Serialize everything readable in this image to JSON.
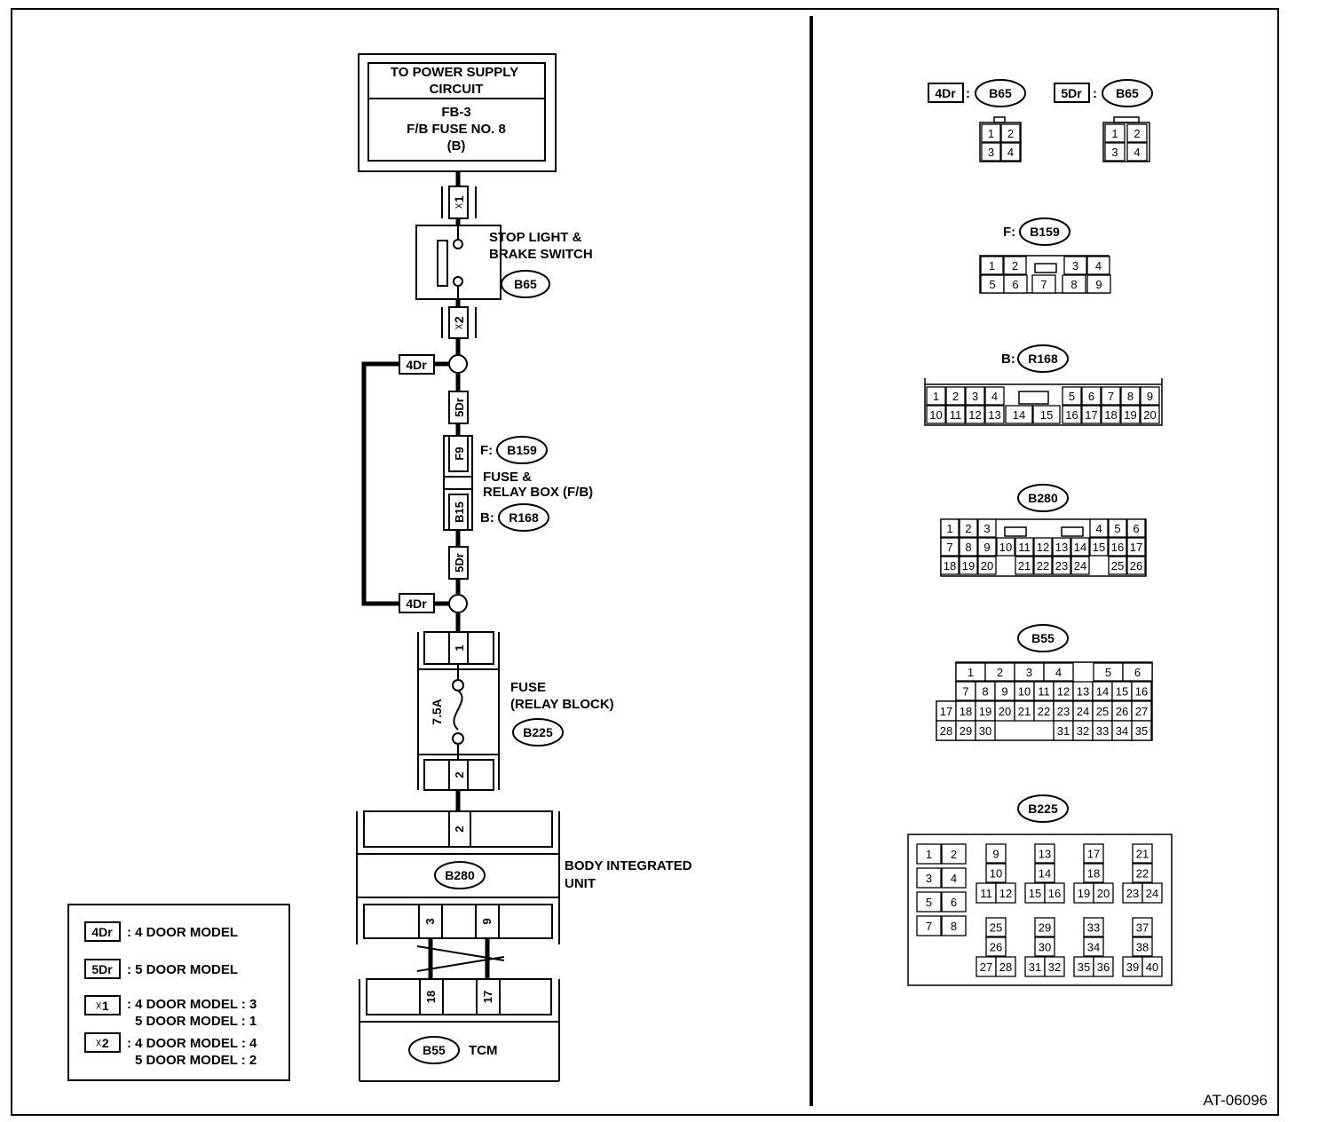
{
  "figure_id": "AT-06096",
  "power_supply": {
    "line1": "TO POWER SUPPLY",
    "line2": "CIRCUIT",
    "line3": "FB-3",
    "line4": "F/B FUSE NO. 8",
    "line5": "(B)"
  },
  "stop_light_switch": {
    "line1": "STOP LIGHT &",
    "line2": "BRAKE SWITCH",
    "connector": "B65",
    "pin_top": "☓1",
    "pin_bottom": "☓2"
  },
  "fuse_relay_box": {
    "line1": "FUSE &",
    "line2": "RELAY BOX (F/B)",
    "f_prefix": "F:",
    "f_connector": "B159",
    "f_pin": "F9",
    "b_prefix": "B:",
    "b_connector": "R168",
    "b_pin": "B15"
  },
  "door_tags": {
    "four": "4Dr",
    "five": "5Dr"
  },
  "relay_fuse": {
    "line1": "FUSE",
    "line2": "(RELAY BLOCK)",
    "connector": "B225",
    "rating": "7.5A",
    "pin_top": "1",
    "pin_bottom": "2"
  },
  "body_unit": {
    "line1": "BODY INTEGRATED",
    "line2": "UNIT",
    "connector": "B280",
    "pin_in": "2",
    "pin_out_a": "3",
    "pin_out_b": "9"
  },
  "tcm": {
    "label": "TCM",
    "connector": "B55",
    "pin_a": "18",
    "pin_b": "17"
  },
  "legend": {
    "tag_4dr": "4Dr",
    "text_4dr": ": 4 DOOR MODEL",
    "tag_5dr": "5Dr",
    "text_5dr": ": 5 DOOR MODEL",
    "tag_s1": "☓1",
    "text_s1_line1": ": 4 DOOR MODEL   : 3",
    "text_s1_line2": "5 DOOR MODEL   : 1",
    "tag_s2": "☓2",
    "text_s2_line1": ": 4 DOOR MODEL   : 4",
    "text_s2_line2": "5 DOOR MODEL   : 2"
  },
  "connector_views": {
    "b65_4dr": {
      "tag": "4Dr",
      "name": "B65",
      "pins": [
        "1",
        "2",
        "3",
        "4"
      ]
    },
    "b65_5dr": {
      "tag": "5Dr",
      "name": "B65",
      "pins": [
        "1",
        "2",
        "3",
        "4"
      ]
    },
    "b159": {
      "prefix": "F:",
      "name": "B159",
      "pins": [
        "1",
        "2",
        "3",
        "4",
        "5",
        "6",
        "7",
        "8",
        "9"
      ]
    },
    "r168": {
      "prefix": "B:",
      "name": "R168",
      "pins": [
        "1",
        "2",
        "3",
        "4",
        "5",
        "6",
        "7",
        "8",
        "9",
        "10",
        "11",
        "12",
        "13",
        "14",
        "15",
        "16",
        "17",
        "18",
        "19",
        "20"
      ]
    },
    "b280": {
      "name": "B280",
      "pins": [
        "1",
        "2",
        "3",
        "4",
        "5",
        "6",
        "7",
        "8",
        "9",
        "10",
        "11",
        "12",
        "13",
        "14",
        "15",
        "16",
        "17",
        "18",
        "19",
        "20",
        "21",
        "22",
        "23",
        "24",
        "25",
        "26"
      ]
    },
    "b55": {
      "name": "B55",
      "pins": [
        "1",
        "2",
        "3",
        "4",
        "5",
        "6",
        "7",
        "8",
        "9",
        "10",
        "11",
        "12",
        "13",
        "14",
        "15",
        "16",
        "17",
        "18",
        "19",
        "20",
        "21",
        "22",
        "23",
        "24",
        "25",
        "26",
        "27",
        "28",
        "29",
        "30",
        "31",
        "32",
        "33",
        "34",
        "35"
      ]
    },
    "b225": {
      "name": "B225",
      "pins": [
        "1",
        "2",
        "3",
        "4",
        "5",
        "6",
        "7",
        "8",
        "9",
        "10",
        "11",
        "12",
        "13",
        "14",
        "15",
        "16",
        "17",
        "18",
        "19",
        "20",
        "21",
        "22",
        "23",
        "24",
        "25",
        "26",
        "27",
        "28",
        "29",
        "30",
        "31",
        "32",
        "33",
        "34",
        "35",
        "36",
        "37",
        "38",
        "39",
        "40"
      ]
    }
  }
}
